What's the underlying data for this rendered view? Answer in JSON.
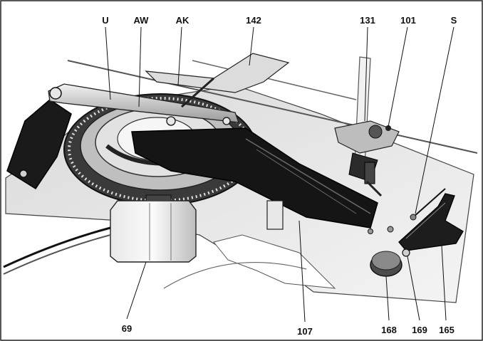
{
  "figure": {
    "labels": {
      "U": "U",
      "AW": "AW",
      "AK": "AK",
      "n142": "142",
      "n131": "131",
      "n101": "101",
      "S": "S",
      "n69": "69",
      "n107": "107",
      "n168": "168",
      "n169": "169",
      "n165": "165"
    }
  }
}
